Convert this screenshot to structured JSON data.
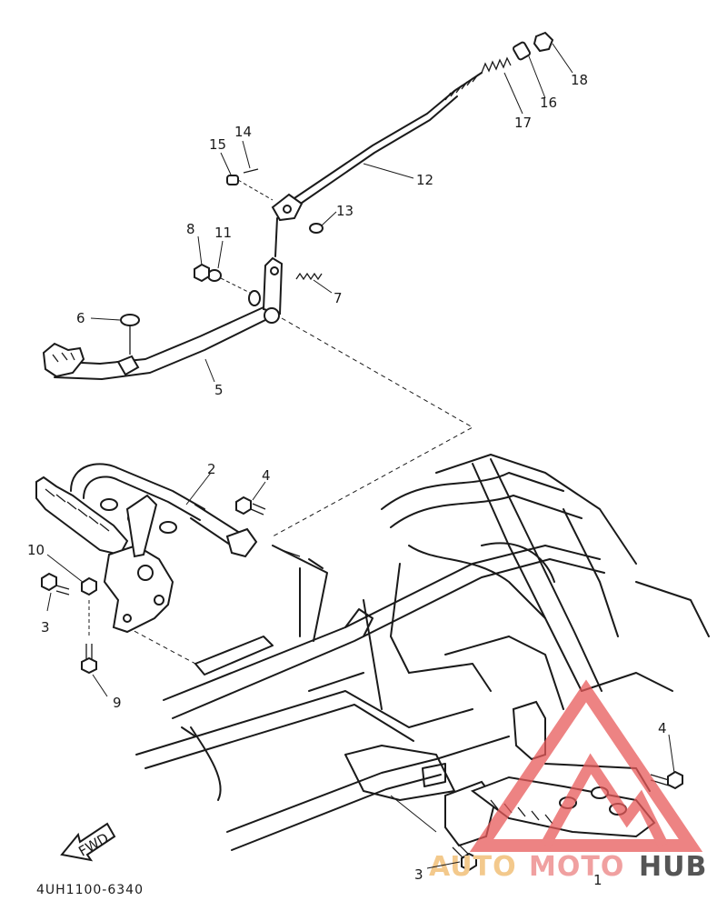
{
  "diagram": {
    "part_code": "4UH1100-6340",
    "direction_arrow": "FWD",
    "callouts": [
      "1",
      "2",
      "3",
      "3",
      "4",
      "4",
      "5",
      "6",
      "7",
      "8",
      "9",
      "10",
      "11",
      "12",
      "13",
      "14",
      "15",
      "16",
      "17",
      "18"
    ]
  },
  "watermark": {
    "part_a": "AUTO",
    "part_b": "MOTO",
    "part_c": "HUB",
    "color_a": "#f3c98c",
    "color_b": "#f0a0a0",
    "color_c": "#555555",
    "logo_color": "#e85a5a"
  }
}
